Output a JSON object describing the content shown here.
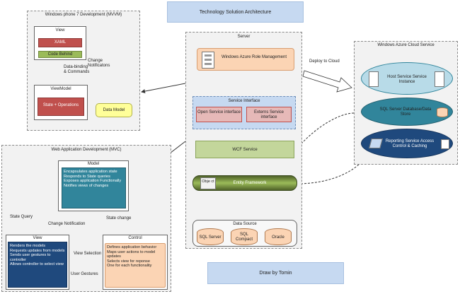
{
  "title": "Technology Solution Architecture",
  "credit": "Draw by Tomin",
  "wp7": {
    "title": "Windows phone 7 Development (MVVM)",
    "view_label": "View",
    "xaml": "XAML",
    "code_behind": "Code Behind",
    "viewmodel_label": "ViewModel",
    "state_ops": "State + Operations",
    "data_model": "Data Model",
    "change_notifications": "Change Notificatons",
    "data_binding": "Data-binding & Commands"
  },
  "web": {
    "title": "Web Application Development (MVC)",
    "model_label": "Model",
    "model_items": [
      "Encapsulates application state",
      "Responds to State queries",
      "Exposes application Functionally",
      "Notifies views of changes"
    ],
    "view_label": "View",
    "view_items": [
      "Renders the models",
      "Requests updates from models",
      "Sends user gestures to controller",
      "Allows controller to select view"
    ],
    "control_label": "Control",
    "control_items": [
      "Defines application behavior",
      "Maps user actions to model updates",
      "Selects view for reponse",
      "One for each functionality"
    ],
    "state_query": "State Query",
    "change_notification": "Change Notification",
    "state_change": "State change",
    "view_selection": "View Selection",
    "user_gestures": "User Gestures"
  },
  "server": {
    "title": "Server",
    "role_mgmt": "Windows Azure Role Management",
    "service_interface": "Service Interface",
    "open_service": "Open Service interface",
    "externs_service": "Externs Service interface",
    "wcf": "WCF Service",
    "entity_framework": "Entity Framework",
    "object": "Obje ct",
    "data_source": "Data Source",
    "sources": [
      "SQL Server",
      "SQL Compact",
      "Oracle"
    ]
  },
  "deploy": "Deploy to Cloud",
  "azure": {
    "title": "Windows Azure Cloud Service",
    "host": "Host Service Service Instance",
    "sql": "SQL Server Database/Data Store",
    "reporting": "Reporting Service Access Control & Caching"
  }
}
